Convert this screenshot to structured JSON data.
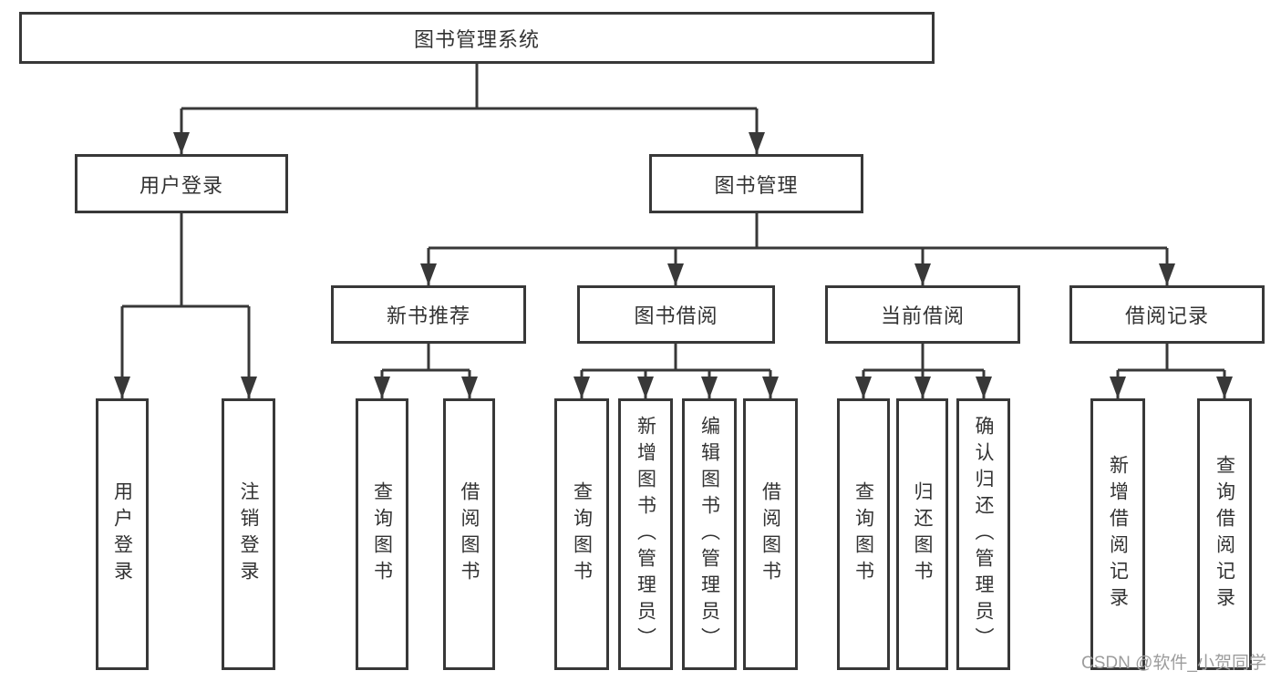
{
  "diagram": {
    "root": "图书管理系统",
    "branches": {
      "user_login": "用户登录",
      "book_mgmt": "图书管理"
    },
    "modules": {
      "new_book": "新书推荐",
      "book_borrow": "图书借阅",
      "current_borrow": "当前借阅",
      "borrow_record": "借阅记录"
    },
    "leaves": {
      "user_login": [
        "用户登录",
        "注销登录"
      ],
      "new_book": [
        "查询图书",
        "借阅图书"
      ],
      "book_borrow": [
        "查询图书",
        "新增图书（管理员）",
        "编辑图书（管理员）",
        "借阅图书"
      ],
      "current_borrow": [
        "查询图书",
        "归还图书",
        "确认归还（管理员）"
      ],
      "borrow_record": [
        "新增借阅记录",
        "查询借阅记录"
      ]
    }
  },
  "watermark": "CSDN @软件_小贺同学",
  "colors": {
    "line": "#383838",
    "box_border": "#383838",
    "box_background": "#ffffff",
    "text": "#333333",
    "watermark": "#9c9c9c"
  }
}
